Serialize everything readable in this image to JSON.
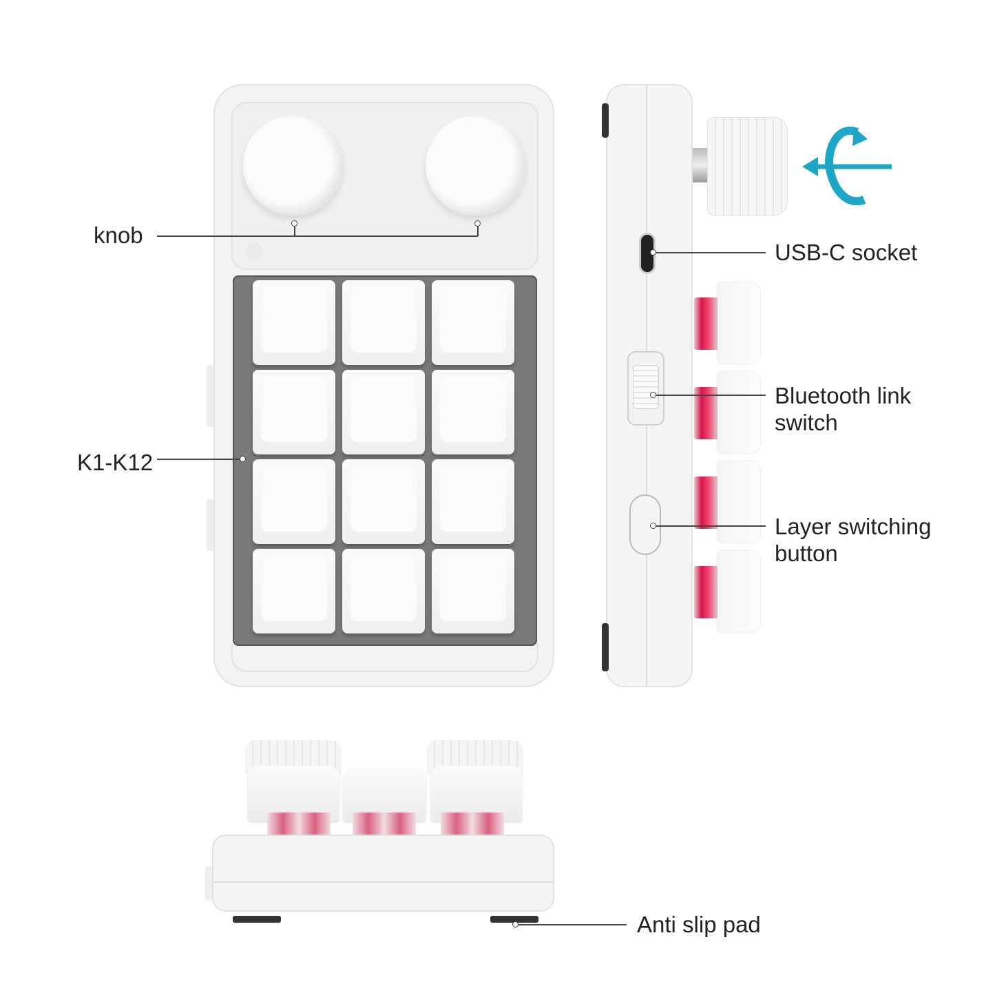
{
  "callouts": {
    "knob": "knob",
    "keys": "K1-K12",
    "usb": "USB-C socket",
    "bluetooth_line1": "Bluetooth link",
    "bluetooth_line2": "switch",
    "layer_line1": "Layer switching",
    "layer_line2": "button",
    "antislip": "Anti slip pad"
  },
  "colors": {
    "accent": "#1ea6c6",
    "switch": "#d8164a"
  }
}
